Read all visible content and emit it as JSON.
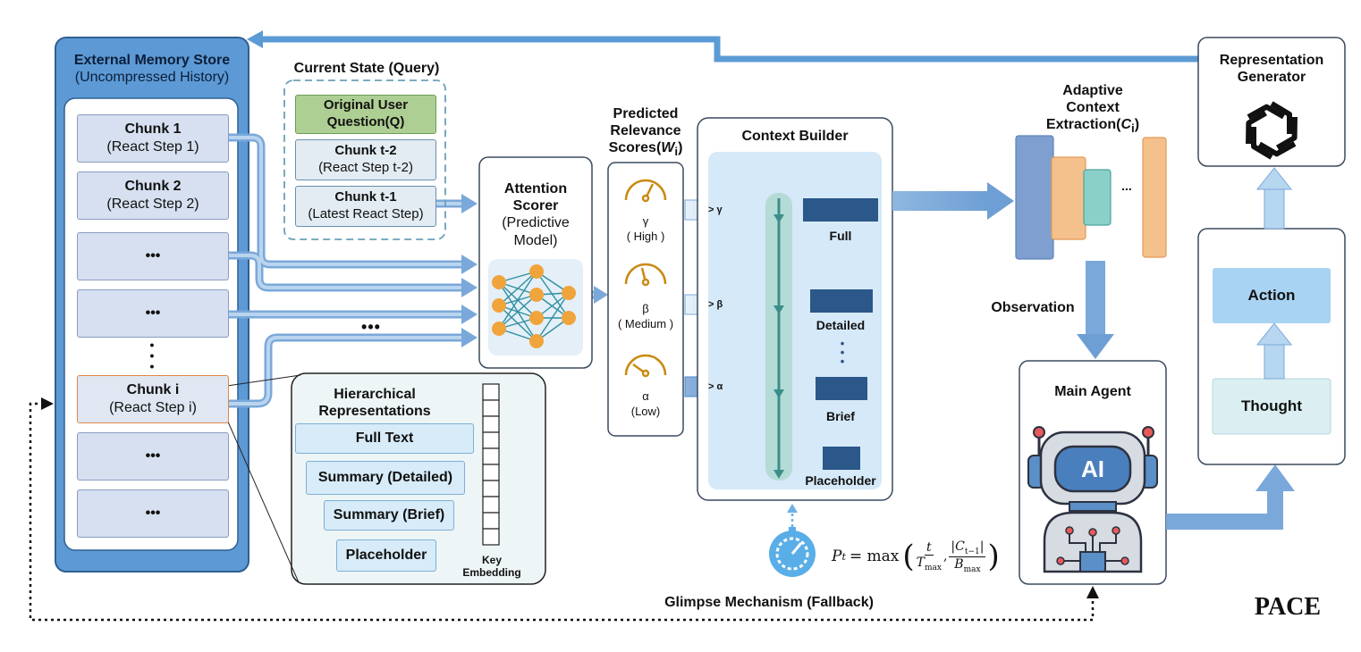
{
  "external_memory": {
    "title": "External Memory Store",
    "subtitle": "(Uncompressed History)",
    "chunks": [
      {
        "title": "Chunk 1",
        "sub": "(React Step 1)"
      },
      {
        "title": "Chunk 2",
        "sub": "(React Step 2)"
      },
      {
        "title": "•••",
        "sub": ""
      },
      {
        "title": "•••",
        "sub": ""
      },
      {
        "title": "Chunk i",
        "sub": "(React Step i)"
      },
      {
        "title": "•••",
        "sub": ""
      },
      {
        "title": "•••",
        "sub": ""
      }
    ],
    "vertical_dots": "•\n•\n•"
  },
  "current_state": {
    "title": "Current State (Query)",
    "items": [
      {
        "title": "Original User",
        "sub": "Question(Q)"
      },
      {
        "title": "Chunk t-2",
        "sub": "(React Step t-2)"
      },
      {
        "title": "Chunk t-1",
        "sub": "(Latest React Step)"
      }
    ]
  },
  "attention_scorer": {
    "title": "Attention",
    "title2": "Scorer",
    "sub1": "(Predictive",
    "sub2": "Model)"
  },
  "extra_dots": "•••",
  "hierarchical": {
    "title1": "Hierarchical",
    "title2": "Representations",
    "levels": [
      "Full Text",
      "Summary (Detailed)",
      "Summary (Brief)",
      "Placeholder"
    ],
    "key_embedding1": "Key",
    "key_embedding2": "Embedding"
  },
  "relevance": {
    "title1": "Predicted",
    "title2": "Relevance",
    "title3": "Scores(",
    "symbol": "W",
    "subscript": "i",
    "close": ")",
    "gauges": [
      {
        "symbol": "γ",
        "label": "( High )",
        "threshold": "> γ"
      },
      {
        "symbol": "β",
        "label": "( Medium )",
        "threshold": "> β"
      },
      {
        "symbol": "α",
        "label": "(Low)",
        "threshold": "> α"
      }
    ]
  },
  "context_builder": {
    "title": "Context Builder",
    "tiers": [
      "Full",
      "Detailed",
      "Brief",
      "Placeholder"
    ],
    "tier_dots": "•\n•\n•"
  },
  "adaptive": {
    "title1": "Adaptive",
    "title2": "Context",
    "title3": "Extraction(",
    "symbol": "C",
    "subscript": "i",
    "close": ")",
    "dots": "..."
  },
  "observation_label": "Observation",
  "main_agent": {
    "title": "Main Agent",
    "icon_text": "AI"
  },
  "representation_generator": {
    "title1": "Representation",
    "title2": "Generator"
  },
  "action_label": "Action",
  "thought_label": "Thought",
  "glimpse_label": "Glimpse Mechanism (Fallback)",
  "formula": {
    "lhs": "P",
    "lhs_sub": "t",
    "eq": "= max",
    "num1": "t",
    "den1": "T",
    "den1_sub": "max",
    "num2": "|C",
    "num2_sub": "t−1",
    "num2_close": "|",
    "den2": "B",
    "den2_sub": "max"
  },
  "brand": "PACE",
  "colors": {
    "arrow_blue": "#5b9bd5",
    "memory_blue": "#5d9ad5",
    "chunk_fill": "#d6e0f0",
    "chunk_i_border": "#e0874a",
    "context_fill": "#d5e9f8",
    "tier_bar": "#2b5789",
    "teal": "#4fa39e",
    "action_fill": "#a9d3f2",
    "thought_fill": "#dbeef1"
  }
}
